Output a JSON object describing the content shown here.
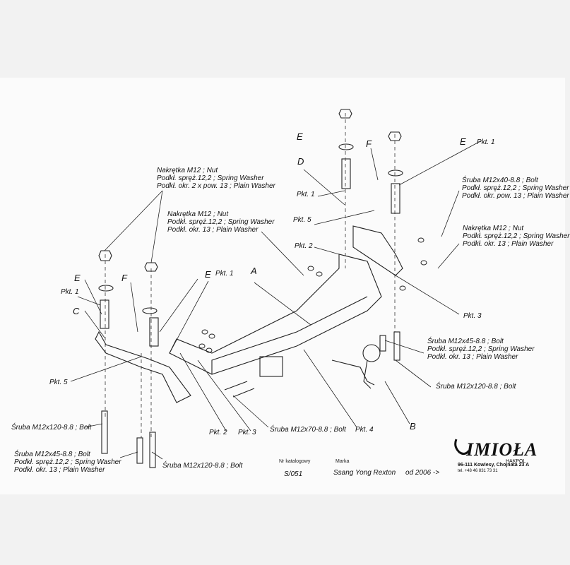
{
  "parts": {
    "a": "A",
    "b": "B",
    "c": "C",
    "d": "D",
    "e": "E",
    "f": "F"
  },
  "points": {
    "p1": "Pkt. 1",
    "p2": "Pkt. 2",
    "p3": "Pkt. 3",
    "p4": "Pkt. 4",
    "p5": "Pkt. 5"
  },
  "notes": {
    "nut_left": [
      "Nakrętka M12 ; Nut",
      "Podkł. spręż.12,2 ; Spring Washer",
      "Podkł. okr. 2 x pow. 13 ; Plain Washer"
    ],
    "nut_center": [
      "Nakrętka M12 ; Nut",
      "Podkł. spręż.12,2 ; Spring Washer",
      "Podkł. okr. 13 ; Plain Washer"
    ],
    "bolt40_right": [
      "Śruba M12x40-8.8 ; Bolt",
      "Podkł. spręż.12,2 ; Spring Washer",
      "Podkł. okr. pow. 13 ; Plain Washer"
    ],
    "nut_right": [
      "Nakrętka M12 ; Nut",
      "Podkł. spręż.12,2 ; Spring Washer",
      "Podkł. okr. 13 ; Plain Washer"
    ],
    "bolt45_right": [
      "Śruba M12x45-8.8 ; Bolt",
      "Podkł. spręż.12,2 ; Spring Washer",
      "Podkł. okr. 13 ; Plain Washer"
    ],
    "bolt120_right": "Śruba M12x120-8.8 ; Bolt",
    "bolt120_left": "Śruba M12x120-8.8 ; Bolt",
    "bolt45_left": [
      "Śruba M12x45-8.8 ; Bolt",
      "Podkł. spręż.12,2 ; Spring Washer",
      "Podkł. okr. 13 ; Plain Washer"
    ],
    "bolt120_bottom": "Śruba M12x120-8.8 ; Bolt",
    "bolt70": "Śruba M12x70-8.8 ; Bolt"
  },
  "footer": {
    "catalog_label": "Nr katalogowy",
    "catalog_no": "S/051",
    "brand_label": "Marka",
    "model": "Ssang Yong Rexton",
    "since": "od 2006 ->"
  },
  "company": {
    "logo": "IMIOŁA",
    "sub": "HAKPOL",
    "address": "96-111 Kowiesy, Chojnata 23 A",
    "tel": "tel. +48 46 831 73 31"
  }
}
